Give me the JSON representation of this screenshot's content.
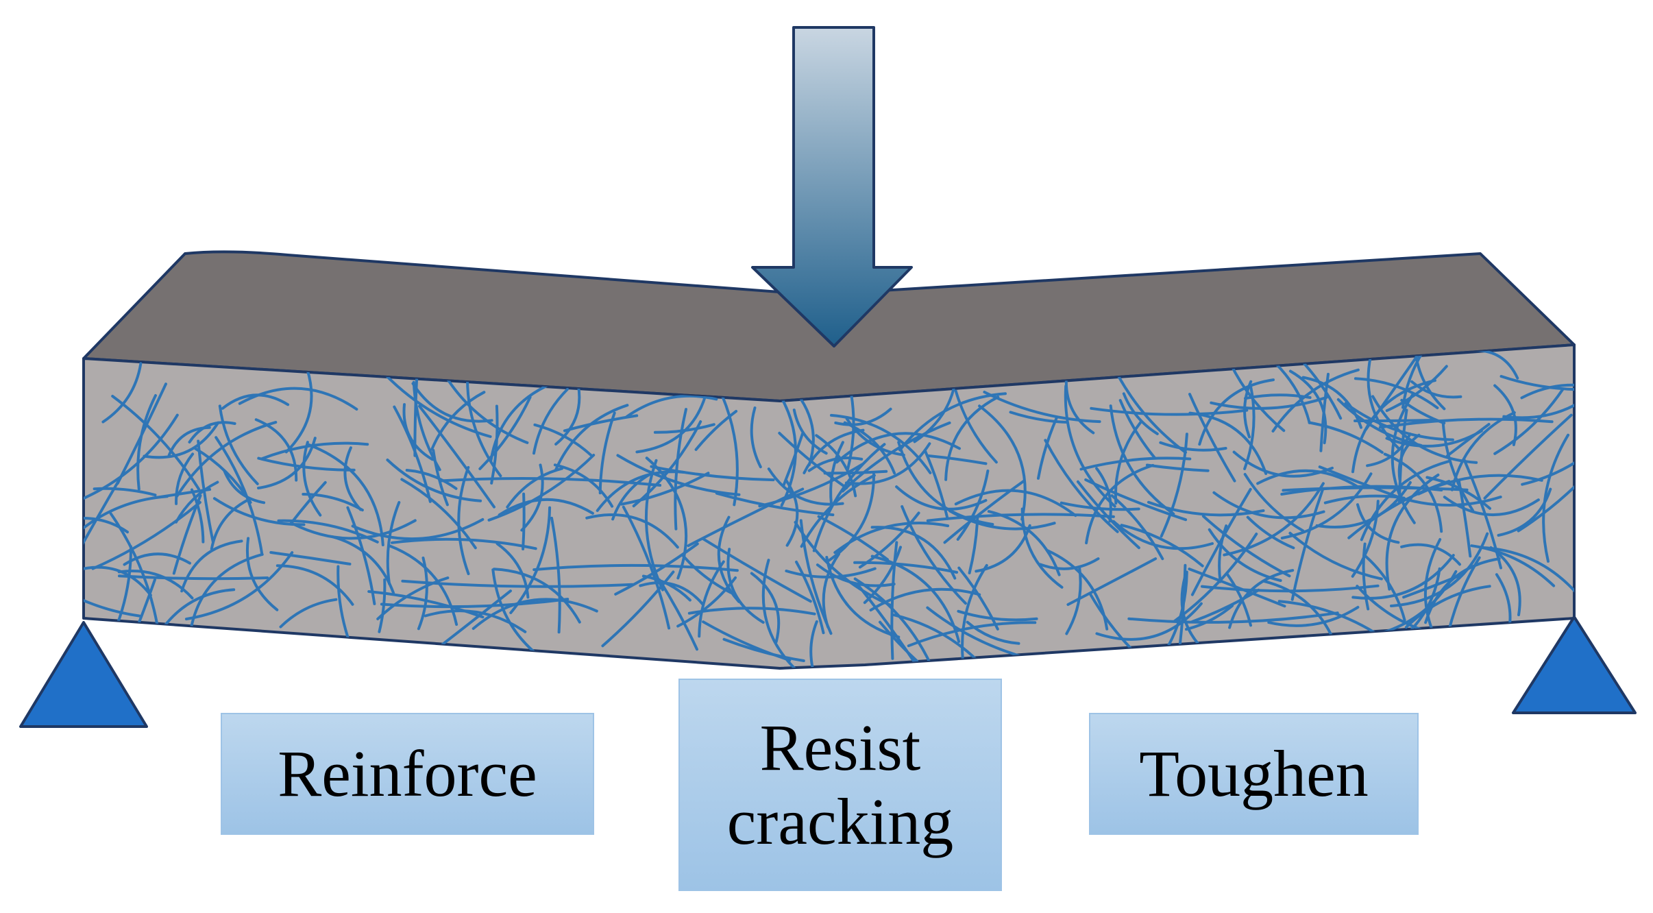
{
  "labels": {
    "reinforce": "Reinforce",
    "resist_line1": "Resist",
    "resist_line2": "cracking",
    "toughen": "Toughen"
  },
  "colors": {
    "beam_top": "#767171",
    "beam_front": "#afabab",
    "outline": "#1f3864",
    "fiber": "#2e75b6",
    "support": "#2070c8",
    "arrow_top": "#c9d6e2",
    "arrow_bottom": "#1f5f8b",
    "label_box_top": "#bdd7ee",
    "label_box_bottom": "#9dc3e6"
  },
  "icons": {
    "load": "down-arrow-icon",
    "support_left": "triangle-support-icon",
    "support_right": "triangle-support-icon"
  }
}
